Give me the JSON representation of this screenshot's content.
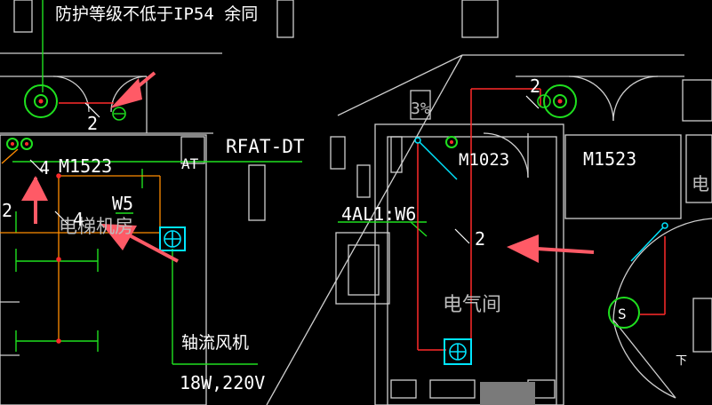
{
  "labels": {
    "top_note": "防护等级不低于IP54 余同",
    "rfat": "RFAT-DT",
    "at": "AT",
    "m1523_left": "M1523",
    "m1023": "M1023",
    "m1523_right": "M1523",
    "w5": "W5",
    "w6": "4AL1:W6",
    "room_elevator": "电梯机房",
    "room_electric": "电气间",
    "fan_name": "轴流风机",
    "fan_power": "18W,220V",
    "slope": "3%",
    "num_2_a": "2",
    "num_2_b": "2",
    "num_2_c": "2",
    "num_2_d": "2",
    "num_4_a": "4",
    "num_4_b": "4",
    "switch_s": "S",
    "down": "下",
    "partial_char": "电"
  },
  "colors": {
    "background": "#000000",
    "wall": "#cfcfcf",
    "red_wire": "#ff2a2a",
    "green_wire": "#1fe01f",
    "orange_wire": "#ff8c00",
    "cyan_device": "#00e5ff",
    "annotation_arrow": "#ff5a66"
  }
}
